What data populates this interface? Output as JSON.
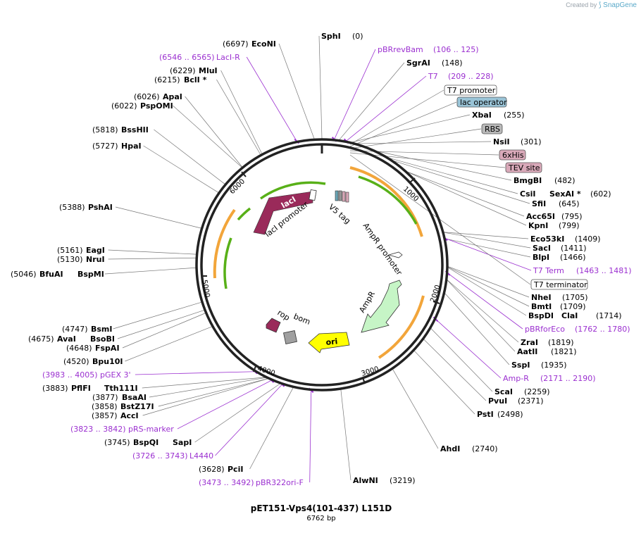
{
  "credit": {
    "prefix": "Created by",
    "brand": "SnapGene"
  },
  "plasmid": {
    "name": "pET151-Vps4(101-437) L151D",
    "length_label": "6762 bp",
    "length_bp": 6762
  },
  "ticks": [
    "1000",
    "2000",
    "3000",
    "4000",
    "5000",
    "6000"
  ],
  "sites_right": [
    {
      "name": "SphI",
      "pos": "(0)"
    },
    {
      "name": "SgrAI",
      "pos": "(148)"
    },
    {
      "name": "XbaI",
      "pos": "(255)"
    },
    {
      "name": "NsiI",
      "pos": "(301)"
    },
    {
      "name": "BmgBI",
      "pos": "(482)"
    },
    {
      "name": "CsiI",
      "name2": "SexAI *",
      "pos": "(602)"
    },
    {
      "name": "SfiI",
      "pos": "(645)"
    },
    {
      "name": "Acc65I",
      "pos": "(795)"
    },
    {
      "name": "KpnI",
      "pos": "(799)"
    },
    {
      "name": "Eco53kI",
      "pos": "(1409)"
    },
    {
      "name": "SacI",
      "pos": "(1411)"
    },
    {
      "name": "BlpI",
      "pos": "(1466)"
    },
    {
      "name": "NheI",
      "pos": "(1705)"
    },
    {
      "name": "BmtI",
      "pos": "(1709)"
    },
    {
      "name": "BspDI",
      "name2": "ClaI",
      "pos": "(1714)"
    },
    {
      "name": "ZraI",
      "pos": "(1819)"
    },
    {
      "name": "AatII",
      "pos": "(1821)"
    },
    {
      "name": "SspI",
      "pos": "(1935)"
    },
    {
      "name": "ScaI",
      "pos": "(2259)"
    },
    {
      "name": "PvuI",
      "pos": "(2371)"
    },
    {
      "name": "PstI",
      "pos": "(2498)"
    },
    {
      "name": "AhdI",
      "pos": "(2740)"
    },
    {
      "name": "AlwNI",
      "pos": "(3219)"
    }
  ],
  "sites_left": [
    {
      "name": "EcoNI",
      "pos": "(6697)"
    },
    {
      "name": "MluI",
      "pos": "(6229)"
    },
    {
      "name": "BclI *",
      "pos": "(6215)"
    },
    {
      "name": "ApaI",
      "pos": "(6026)"
    },
    {
      "name": "PspOMI",
      "pos": "(6022)"
    },
    {
      "name": "BssHII",
      "pos": "(5818)"
    },
    {
      "name": "HpaI",
      "pos": "(5727)"
    },
    {
      "name": "PshAI",
      "pos": "(5388)"
    },
    {
      "name": "EagI",
      "pos": "(5161)"
    },
    {
      "name": "NruI",
      "pos": "(5130)"
    },
    {
      "name": "BfuAI",
      "name2": "BspMI",
      "pos": "(5046)"
    },
    {
      "name": "BsmI",
      "pos": "(4747)"
    },
    {
      "name": "AvaI",
      "name2": "BsoBI",
      "pos": "(4675)"
    },
    {
      "name": "FspAI",
      "pos": "(4648)"
    },
    {
      "name": "Bpu10I",
      "pos": "(4520)"
    },
    {
      "name": "PflFI",
      "name2": "Tth111I",
      "pos": "(3883)"
    },
    {
      "name": "BsaAI",
      "pos": "(3877)"
    },
    {
      "name": "BstZ17I",
      "pos": "(3858)"
    },
    {
      "name": "AccI",
      "pos": "(3857)"
    },
    {
      "name": "BspQI",
      "name2": "SapI",
      "pos": "(3745)"
    },
    {
      "name": "PciI",
      "pos": "(3628)"
    }
  ],
  "primers": [
    {
      "name": "pBRrevBam",
      "range": "(106 .. 125)"
    },
    {
      "name": "T7",
      "range": "(209 .. 228)"
    },
    {
      "name": "T7 Term",
      "range": "(1463 .. 1481)"
    },
    {
      "name": "pBRforEco",
      "range": "(1762 .. 1780)"
    },
    {
      "name": "Amp-R",
      "range": "(2171 .. 2190)"
    },
    {
      "name": "pBR322ori-F",
      "range": "(3473 .. 3492)"
    },
    {
      "name": "L4440",
      "range": "(3726 .. 3743)"
    },
    {
      "name": "pRS-marker",
      "range": "(3823 .. 3842)"
    },
    {
      "name": "pGEX 3'",
      "range": "(3983 .. 4005)"
    },
    {
      "name": "LacI-R",
      "range": "(6546 .. 6565)"
    }
  ],
  "boxed_features": [
    {
      "label": "T7 promoter",
      "fill": "#ffffff"
    },
    {
      "label": "lac operator",
      "fill": "#99c3d6"
    },
    {
      "label": "RBS",
      "fill": "#b9b9b9"
    },
    {
      "label": "6xHis",
      "fill": "#d9a9b9"
    },
    {
      "label": "TEV site",
      "fill": "#d9a9b9"
    },
    {
      "label": "T7 terminator",
      "fill": "#ffffff"
    }
  ],
  "inner_features": [
    {
      "label": "lacI",
      "color": "#9a2a5a"
    },
    {
      "label": "lacI promoter",
      "color": "#ffffff"
    },
    {
      "label": "V5 tag",
      "color": "#6aa6b6"
    },
    {
      "label": "AmpR promoter",
      "color": "#ffffff"
    },
    {
      "label": "AmpR",
      "color": "#c6f5c6"
    },
    {
      "label": "ori",
      "color": "#ffff00"
    },
    {
      "label": "bom",
      "color": "#a0a0a0"
    },
    {
      "label": "rop",
      "color": "#9a2a5a"
    }
  ],
  "colors": {
    "primer": "#9b30d0",
    "orf_arc": "#f2a53a",
    "orf_arrow": "#58b018",
    "backbone": "#222222"
  }
}
